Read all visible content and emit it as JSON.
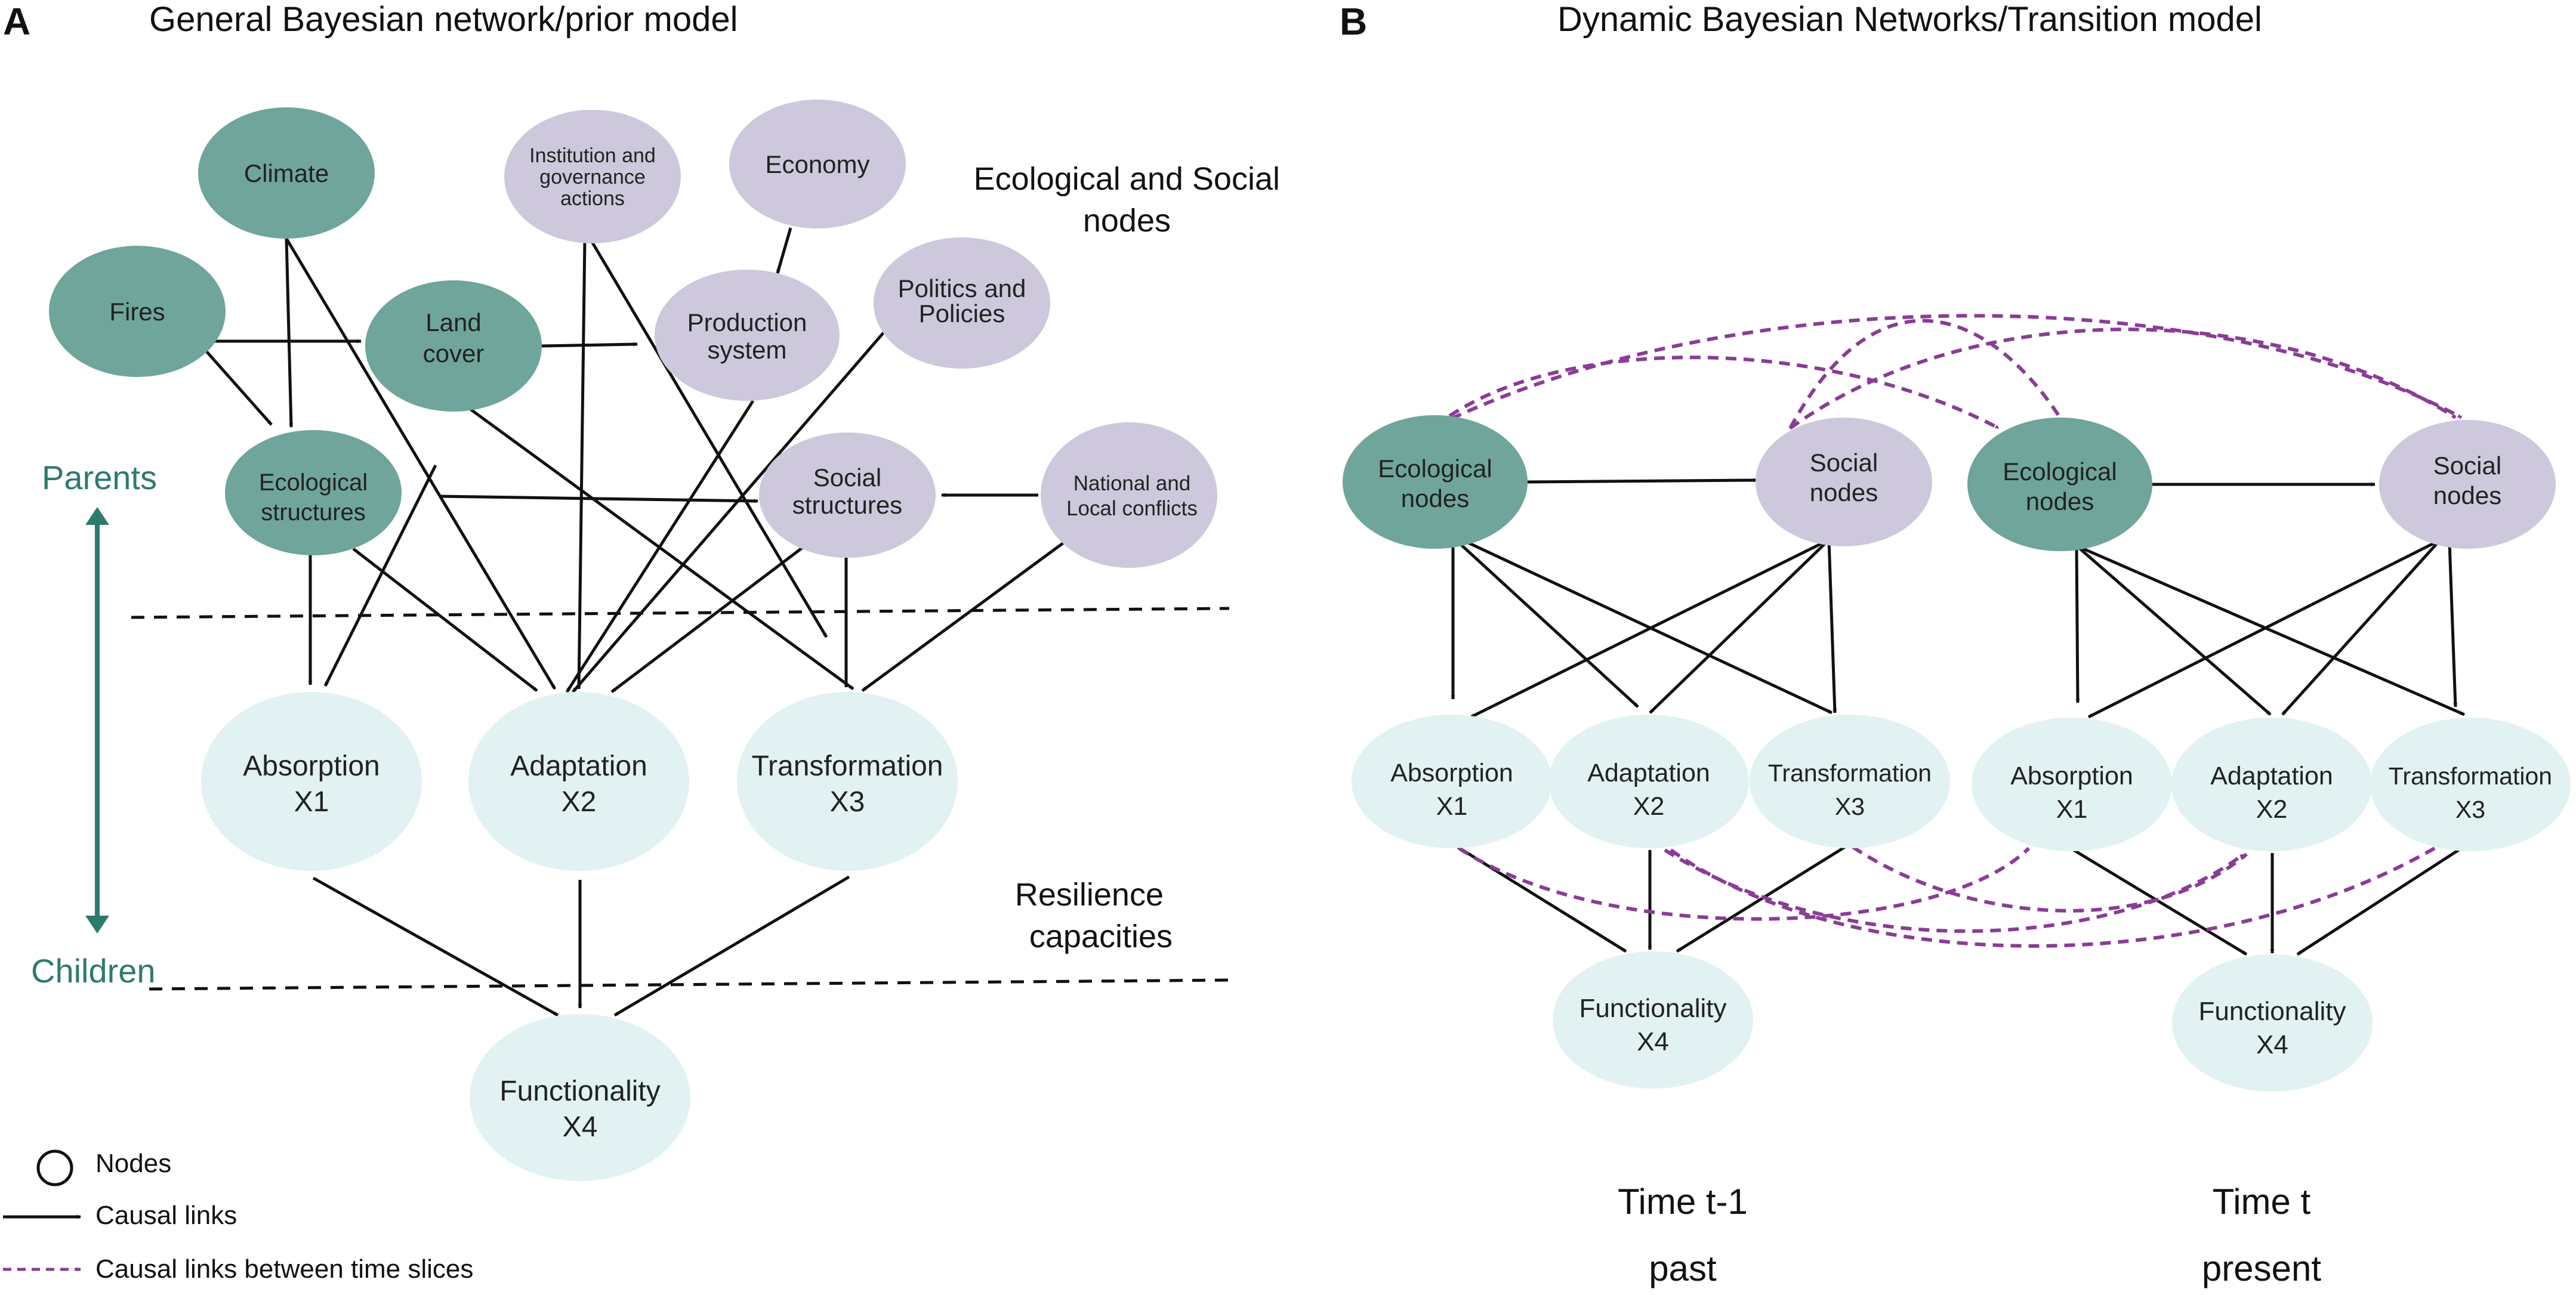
{
  "colors": {
    "ecological": "#6fa59b",
    "social": "#cdc8dc",
    "capacity": "#e2f1f2",
    "causal_link": "#111111",
    "time_link": "#8a3c96",
    "axis_label": "#2d7a6e"
  },
  "panelA": {
    "letter": "A",
    "title": "General Bayesian network/prior model",
    "group_label_eco_social": [
      "Ecological and Social",
      "nodes"
    ],
    "group_label_resilience": [
      "Resilience",
      "capacities"
    ],
    "parents_label": "Parents",
    "children_label": "Children",
    "nodes": {
      "climate": [
        "Climate"
      ],
      "fires": [
        "Fires"
      ],
      "land_cover": [
        "Land",
        "cover"
      ],
      "eco_structures": [
        "Ecological",
        "structures"
      ],
      "institution": [
        "Institution and",
        "governance",
        "actions"
      ],
      "economy": [
        "Economy"
      ],
      "production": [
        "Production",
        "system"
      ],
      "politics": [
        "Politics and",
        "Policies"
      ],
      "social_structures": [
        "Social",
        "structures"
      ],
      "conflicts": [
        "National and",
        "Local conflicts"
      ],
      "absorption": [
        "Absorption",
        "X1"
      ],
      "adaptation": [
        "Adaptation",
        "X2"
      ],
      "transformation": [
        "Transformation",
        "X3"
      ],
      "functionality": [
        "Functionality",
        "X4"
      ]
    }
  },
  "panelB": {
    "letter": "B",
    "title": "Dynamic Bayesian Networks/Transition model",
    "nodes": {
      "eco": [
        "Ecological",
        "nodes"
      ],
      "social": [
        "Social",
        "nodes"
      ],
      "absorption": [
        "Absorption",
        "X1"
      ],
      "adaptation": [
        "Adaptation",
        "X2"
      ],
      "transformation": [
        "Transformation",
        "X3"
      ],
      "functionality": [
        "Functionality",
        "X4"
      ]
    },
    "time_prev": [
      "Time t-1",
      "past"
    ],
    "time_now": [
      "Time t",
      "present"
    ]
  },
  "legend": {
    "nodes": "Nodes",
    "causal_links": "Causal links",
    "time_links": "Causal links between time slices"
  }
}
